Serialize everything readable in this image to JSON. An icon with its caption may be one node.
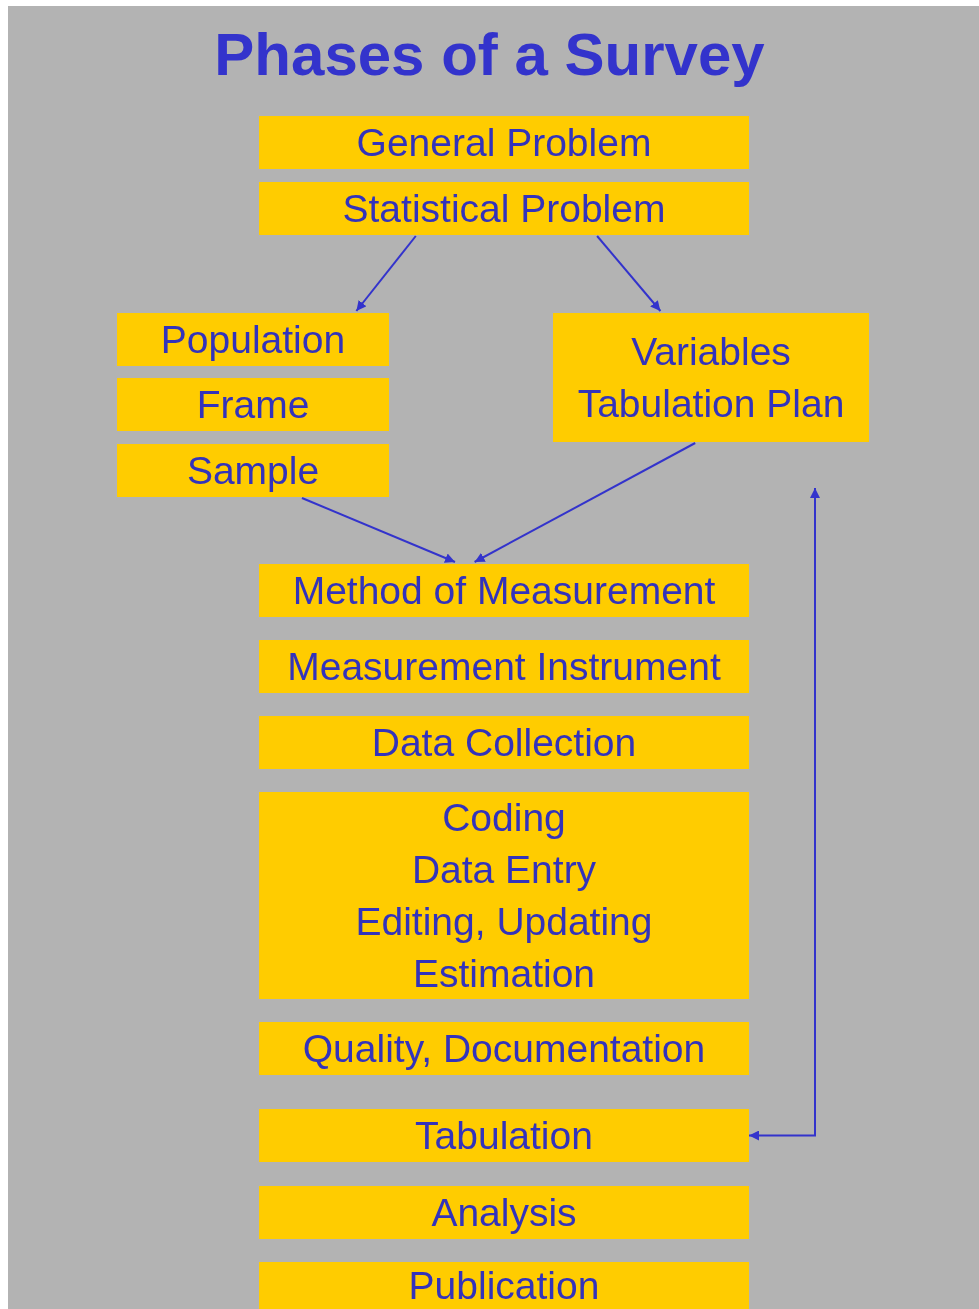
{
  "diagram": {
    "title": "Phases of a Survey",
    "nodes": [
      {
        "text": [
          "General Problem"
        ]
      },
      {
        "text": [
          "Statistical Problem"
        ]
      },
      {
        "text": [
          "Population"
        ]
      },
      {
        "text": [
          "Frame"
        ]
      },
      {
        "text": [
          "Sample"
        ]
      },
      {
        "text": [
          "Variables",
          "Tabulation Plan"
        ]
      },
      {
        "text": [
          "Method of Measurement"
        ]
      },
      {
        "text": [
          "Measurement Instrument"
        ]
      },
      {
        "text": [
          "Data Collection"
        ]
      },
      {
        "text": [
          "Coding",
          "Data Entry",
          "Editing, Updating",
          "Estimation"
        ]
      },
      {
        "text": [
          "Quality, Documentation"
        ]
      },
      {
        "text": [
          "Tabulation"
        ]
      },
      {
        "text": [
          "Analysis"
        ]
      },
      {
        "text": [
          "Publication"
        ]
      }
    ],
    "edges": [
      {
        "from": 1,
        "to": 2,
        "arrow": "to"
      },
      {
        "from": 1,
        "to": 5,
        "arrow": "to"
      },
      {
        "from": 4,
        "to": 6,
        "arrow": "to"
      },
      {
        "from": 5,
        "to": 6,
        "arrow": "to"
      },
      {
        "from": null,
        "to": 11,
        "arrow": "both"
      }
    ]
  }
}
